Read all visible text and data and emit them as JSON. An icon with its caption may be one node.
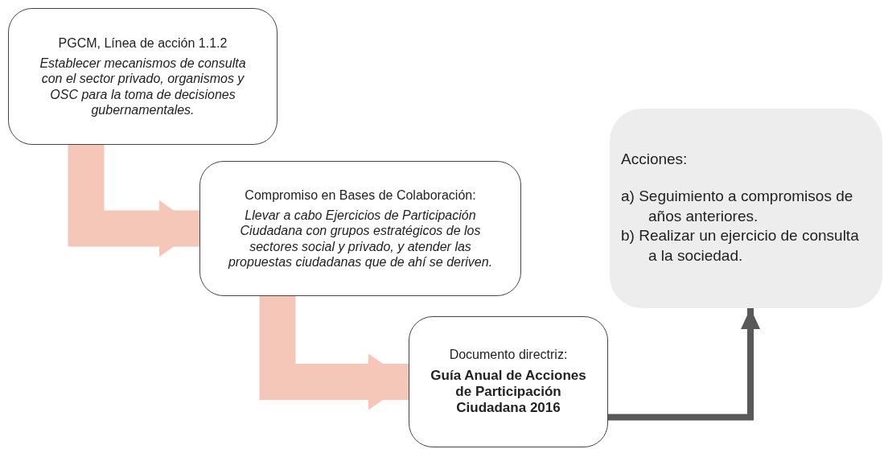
{
  "diagram": {
    "nodes": [
      {
        "text": [
          "PGCM, Línea de acción 1.1.2",
          "Establecer mecanismos de consulta con el sector privado, organismos y OSC para la toma de decisiones gubernamentales."
        ]
      },
      {
        "text": [
          "Compromiso en Bases de Colaboración:",
          "Llevar a cabo Ejercicios de Participación Ciudadana con grupos estratégicos de los sectores social y privado, y atender las propuestas ciudadanas que de ahí se deriven."
        ]
      },
      {
        "text": [
          "Documento directriz:",
          "Guía Anual de Acciones de Participación Ciudadana 2016"
        ]
      },
      {
        "text": [
          "Acciones:",
          "a) Seguimiento a compromisos de años anteriores.",
          "b) Realizar un ejercicio de consulta a la sociedad."
        ]
      }
    ],
    "edges": [
      {
        "from": 0,
        "to": 1,
        "arrow": "to"
      },
      {
        "from": 1,
        "to": 2,
        "arrow": "to"
      },
      {
        "from": 2,
        "to": 3,
        "arrow": "to",
        "color": "#595959"
      }
    ]
  }
}
